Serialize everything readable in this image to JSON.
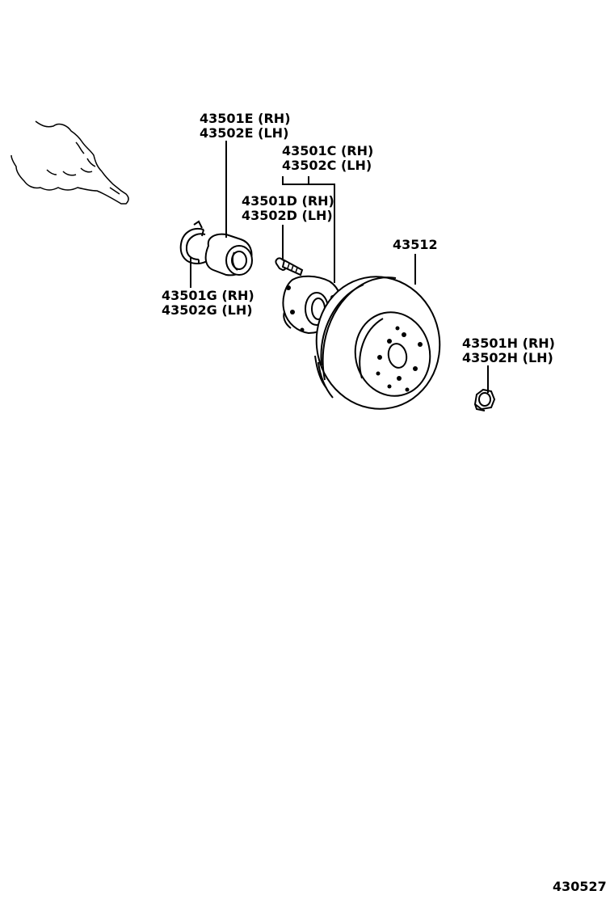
{
  "labels": {
    "bearing": {
      "line1": "43501E (RH)",
      "line2": "43502E (LH)"
    },
    "hub": {
      "line1": "43501C (RH)",
      "line2": "43502C (LH)"
    },
    "bolt": {
      "line1": "43501D (RH)",
      "line2": "43502D (LH)"
    },
    "snap_ring": {
      "line1": "43501G (RH)",
      "line2": "43502G (LH)"
    },
    "rotor": {
      "line1": "43512"
    },
    "nut": {
      "line1": "43501H (RH)",
      "line2": "43502H (LH)"
    }
  },
  "figure_code": "430527",
  "icons": {
    "axle_boot": "cv-joint-boot-icon",
    "snap_ring": "snap-ring-icon",
    "bearing": "wheel-bearing-icon",
    "bolt": "hub-bolt-icon",
    "hub": "axle-hub-icon",
    "rotor": "disc-rotor-icon",
    "nut": "lock-nut-icon"
  }
}
